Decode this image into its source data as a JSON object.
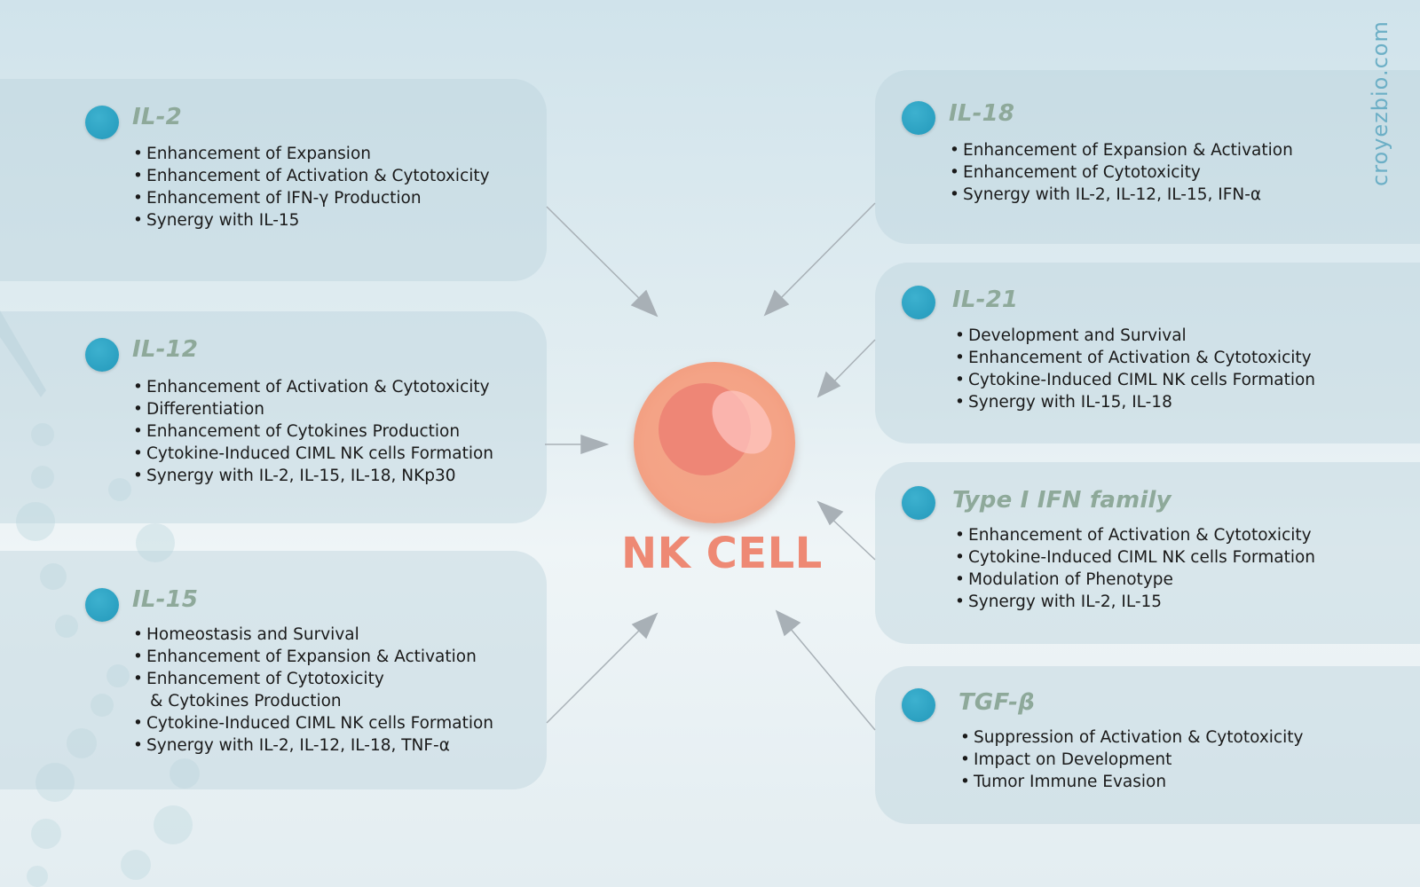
{
  "center": {
    "label": "NK CELL"
  },
  "watermark": "croyezbio.com",
  "cards": {
    "il2": {
      "title": "IL-2",
      "items": [
        "Enhancement of Expansion",
        "Enhancement of Activation & Cytotoxicity",
        "Enhancement of IFN-γ Production",
        "Synergy with IL-15"
      ]
    },
    "il12": {
      "title": "IL-12",
      "items": [
        "Enhancement of Activation & Cytotoxicity",
        "Differentiation",
        "Enhancement of Cytokines Production",
        "Cytokine-Induced CIML NK cells Formation",
        "Synergy with IL-2, IL-15, IL-18, NKp30"
      ]
    },
    "il15": {
      "title": "IL-15",
      "items": [
        "Homeostasis and Survival",
        "Enhancement of Expansion & Activation",
        "Enhancement of Cytotoxicity",
        "& Cytokines Production",
        "Cytokine-Induced CIML NK cells Formation",
        "Synergy with IL-2, IL-12, IL-18, TNF-α"
      ]
    },
    "il18": {
      "title": "IL-18",
      "items": [
        "Enhancement of Expansion & Activation",
        "Enhancement of Cytotoxicity",
        "Synergy with IL-2, IL-12, IL-15, IFN-α"
      ]
    },
    "il21": {
      "title": "IL-21",
      "items": [
        "Development and Survival",
        "Enhancement of Activation & Cytotoxicity",
        "Cytokine-Induced CIML NK cells Formation",
        "Synergy with IL-15, IL-18"
      ]
    },
    "ifn": {
      "title": "Type I IFN family",
      "items": [
        "Enhancement of Activation & Cytotoxicity",
        "Cytokine-Induced CIML NK cells Formation",
        "Modulation of Phenotype",
        "Synergy with IL-2, IL-15"
      ]
    },
    "tgf": {
      "title": "TGF-β",
      "items": [
        "Suppression of  Activation & Cytotoxicity",
        "Impact on Development",
        "Tumor Immune Evasion"
      ]
    }
  },
  "colors": {
    "title": "#8ea99a",
    "dot": "#2a9fc0",
    "cell": "#f4a386",
    "label": "#ee8974",
    "arrow": "#a8b0b6"
  }
}
